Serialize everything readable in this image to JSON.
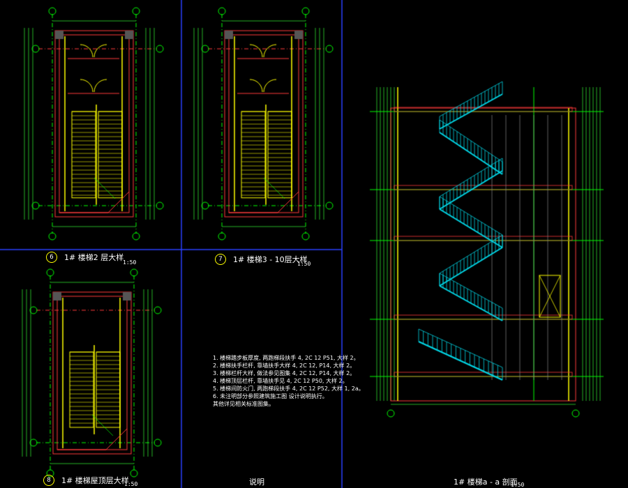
{
  "drawing": {
    "background": "#000000",
    "colors": {
      "frame": "#2a40ff",
      "wall": "#ff3a3a",
      "grid": "#00ff00",
      "stair": "#ffff00",
      "stair_section": "#00d8e8",
      "text": "#ffffff",
      "dim": "#33ff33"
    }
  },
  "panels": [
    {
      "id": "plan6",
      "number": "6",
      "title": "1# 楼梯2 层大样",
      "scale": "1:50"
    },
    {
      "id": "plan7",
      "number": "7",
      "title": "1# 楼梯3 - 10层大样",
      "scale": "1:50"
    },
    {
      "id": "plan8",
      "number": "8",
      "title": "1# 楼梯屋顶层大样",
      "scale": "1:50"
    },
    {
      "id": "notes",
      "title": "说明"
    },
    {
      "id": "section",
      "title": "1# 楼梯a - a 剖面",
      "scale": "1:50"
    }
  ],
  "notes_lines": [
    "1. 楼梯踏步板厚度, 两跑梯段扶手 4, 2C 12 P51, 大样 2。",
    "2. 楼梯扶手栏杆, 靠墙扶手大样 4, 2C 12, P14, 大样 2。",
    "3. 楼梯栏杆大样, 做法参见图集 4, 2C 12, P14, 大样 2。",
    "4. 楼梯顶层栏杆, 靠墙扶手见 4, 2C 12 P50, 大样 2。",
    "5. 楼梯间防火门, 两跑梯段扶手 4, 2C 12 P52, 大样 1, 2a。",
    "6. 未注明部分参照建筑施工图 设计说明执行。",
    "   其他详见相关标准图集。"
  ]
}
